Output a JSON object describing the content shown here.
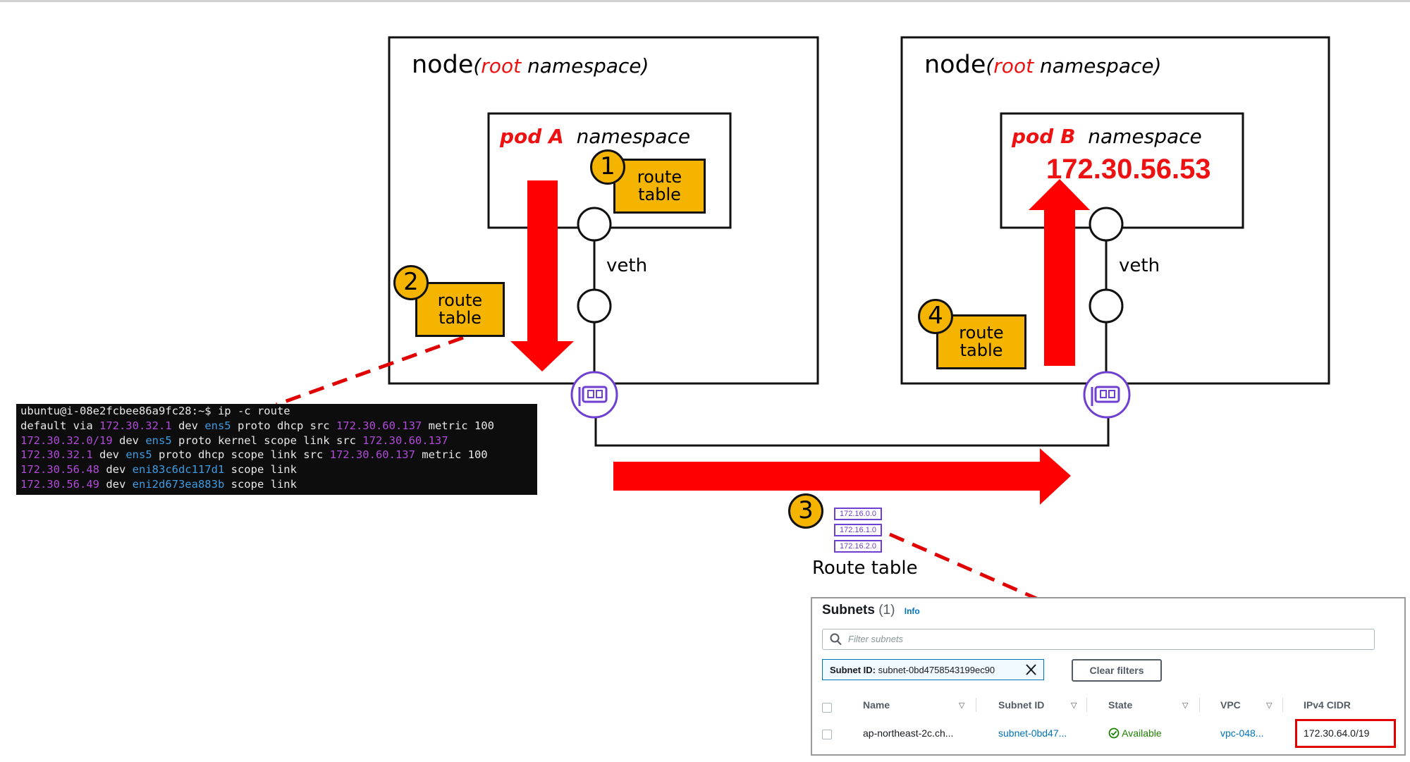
{
  "left_node": {
    "title": "node",
    "ns_open": "(",
    "ns_root": "root",
    "ns_rest": " namespace)",
    "pod_name": "pod A",
    "pod_ns": "namespace",
    "veth": "veth"
  },
  "right_node": {
    "title": "node",
    "ns_open": "(",
    "ns_root": "root",
    "ns_rest": " namespace)",
    "pod_name": "pod B",
    "pod_ns": "namespace",
    "pod_ip": "172.30.56.53",
    "veth": "veth"
  },
  "steps": [
    {
      "num": "1",
      "line1": "route",
      "line2": "table"
    },
    {
      "num": "2",
      "line1": "route",
      "line2": "table"
    },
    {
      "num": "3"
    },
    {
      "num": "4",
      "line1": "route",
      "line2": "table"
    }
  ],
  "terminal": {
    "lines": [
      [
        {
          "t": "ubuntu@i-08e2fcbee86a9fc28:~$ ip -c route"
        }
      ],
      [
        {
          "t": "default via "
        },
        {
          "t": "172.30.32.1",
          "c": "ip"
        },
        {
          "t": " dev "
        },
        {
          "t": "ens5",
          "c": "dev"
        },
        {
          "t": " proto dhcp src "
        },
        {
          "t": "172.30.60.137",
          "c": "ip"
        },
        {
          "t": " metric 100"
        }
      ],
      [
        {
          "t": "172.30.32.0/19",
          "c": "ip"
        },
        {
          "t": " dev "
        },
        {
          "t": "ens5",
          "c": "dev"
        },
        {
          "t": " proto kernel scope link src "
        },
        {
          "t": "172.30.60.137",
          "c": "ip"
        }
      ],
      [
        {
          "t": "172.30.32.1",
          "c": "ip"
        },
        {
          "t": " dev "
        },
        {
          "t": "ens5",
          "c": "dev"
        },
        {
          "t": " proto dhcp scope link src "
        },
        {
          "t": "172.30.60.137",
          "c": "ip"
        },
        {
          "t": " metric 100"
        }
      ],
      [
        {
          "t": "172.30.56.48",
          "c": "ip"
        },
        {
          "t": " dev "
        },
        {
          "t": "eni83c6dc117d1",
          "c": "dev"
        },
        {
          "t": " scope link"
        }
      ],
      [
        {
          "t": "172.30.56.49",
          "c": "ip"
        },
        {
          "t": " dev "
        },
        {
          "t": "eni2d673ea883b",
          "c": "dev"
        },
        {
          "t": " scope link"
        }
      ]
    ]
  },
  "route_table": {
    "label": "Route table",
    "entries": [
      "172.16.0.0",
      "172.16.1.0",
      "172.16.2.0"
    ]
  },
  "aws": {
    "title": "Subnets",
    "count": "(1)",
    "info": "Info",
    "filter_placeholder": "Filter subnets",
    "token_key": "Subnet ID:",
    "token_value": "subnet-0bd4758543199ec90",
    "clear_filters": "Clear filters",
    "columns": [
      "Name",
      "Subnet ID",
      "State",
      "VPC",
      "IPv4 CIDR"
    ],
    "row": {
      "name": "ap-northeast-2c.ch...",
      "subnet_id": "subnet-0bd47...",
      "state": "Available",
      "vpc": "vpc-048...",
      "cidr": "172.30.64.0/19"
    }
  },
  "colors": {
    "arrow": "#ff0000",
    "route_box": "#f5b400",
    "eni": "#6e3fd0"
  }
}
